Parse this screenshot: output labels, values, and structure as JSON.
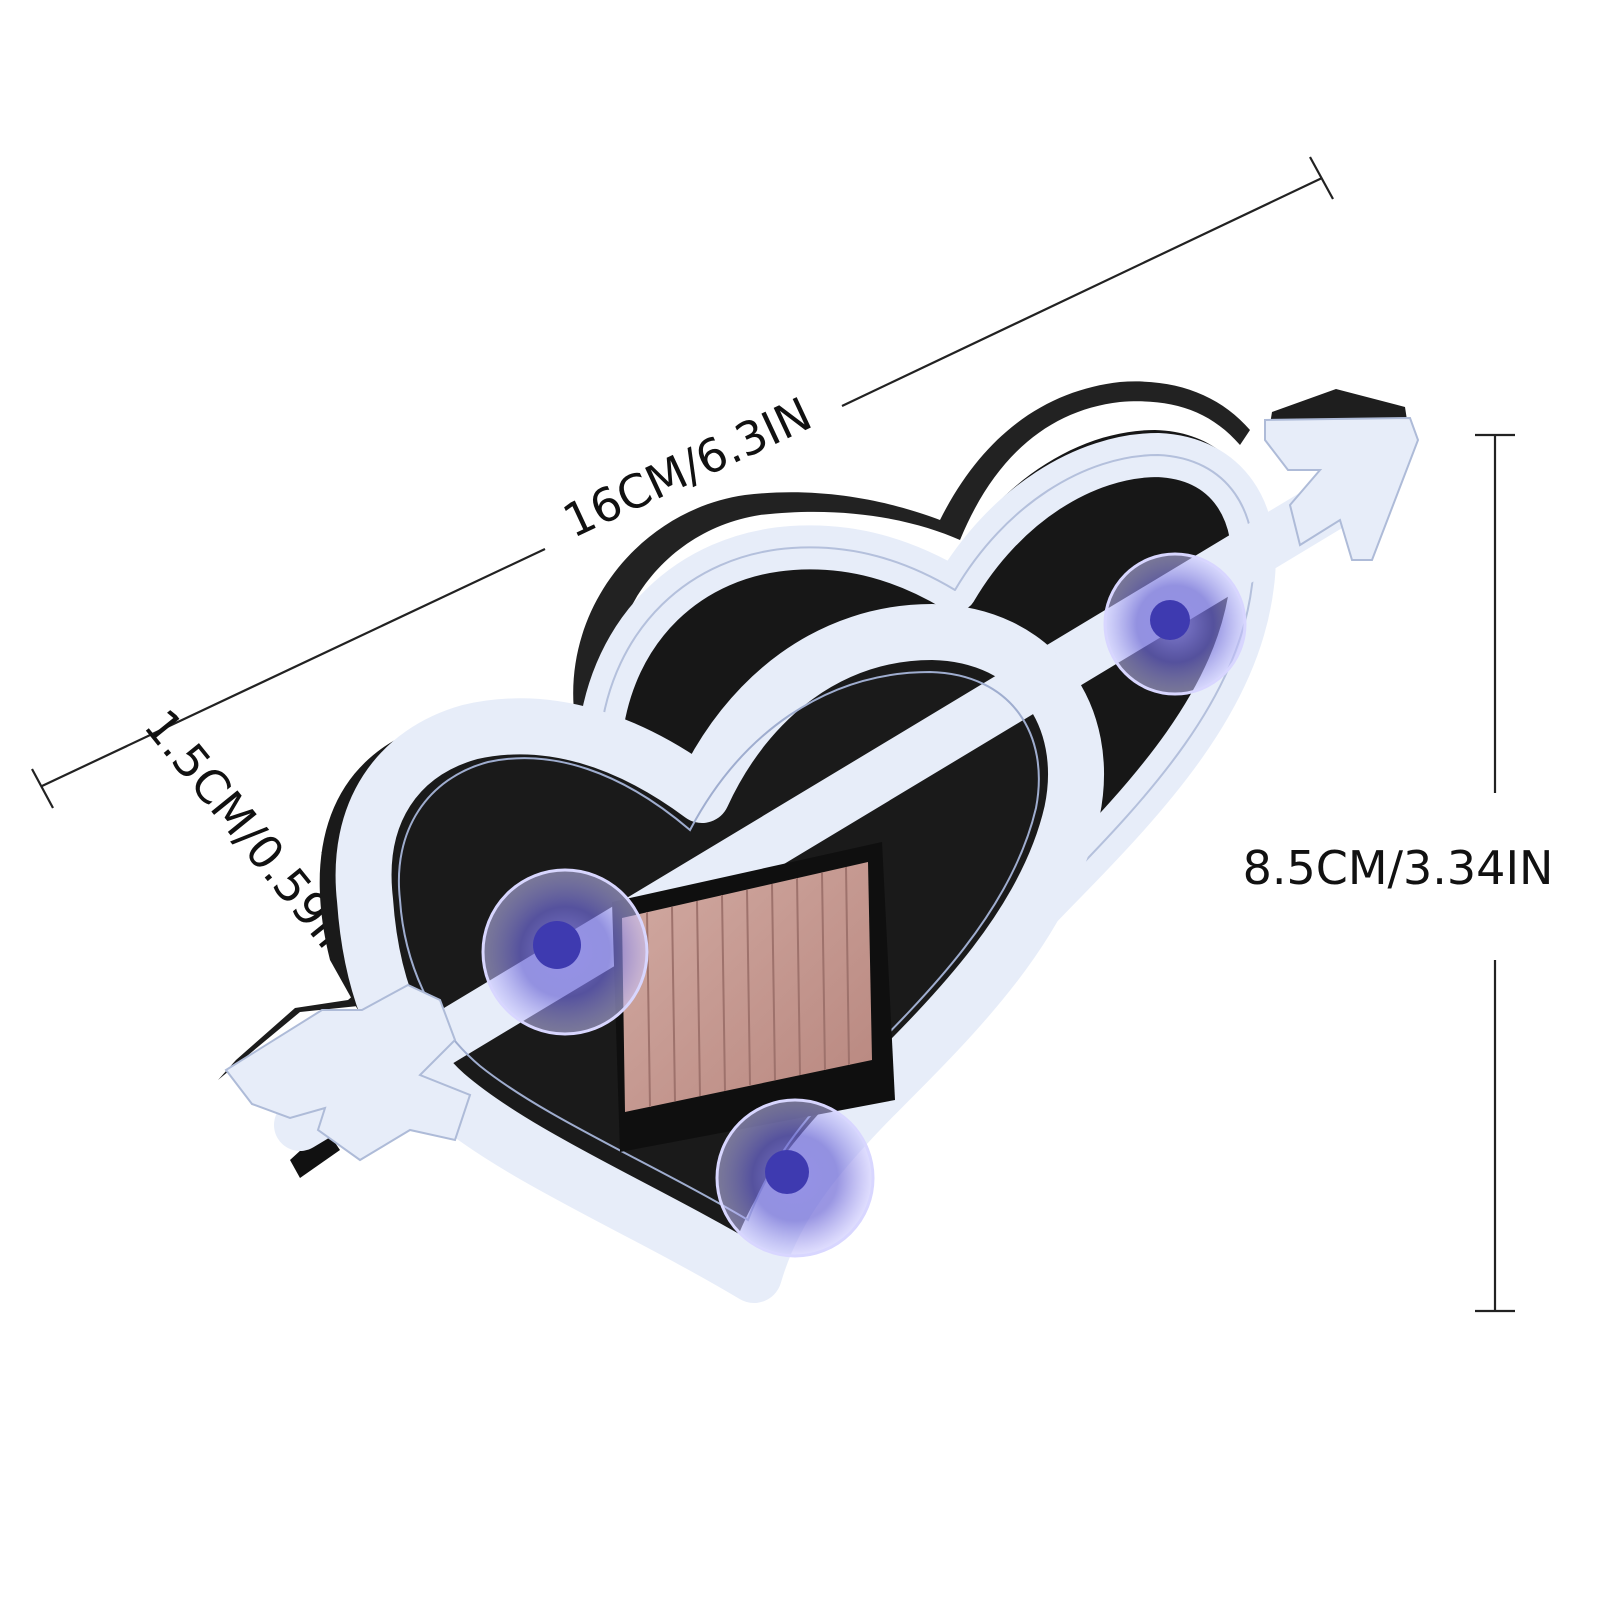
{
  "dimensions": {
    "length": "16CM/6.3IN",
    "height": "8.5CM/3.34IN",
    "thickness": "1.5CM/0.59IN"
  },
  "colors": {
    "body": "#161616",
    "body_side": "#2c2c2c",
    "glow_tube": "#e6ecf8",
    "glow_edge": "#a9b6d6",
    "solar_panel": "#c79d96",
    "suction_cup": "#a8a3f0"
  },
  "icons": {
    "product": "double-heart-arrow-icon",
    "solar": "solar-panel-icon",
    "mount": "suction-cup-icon"
  }
}
